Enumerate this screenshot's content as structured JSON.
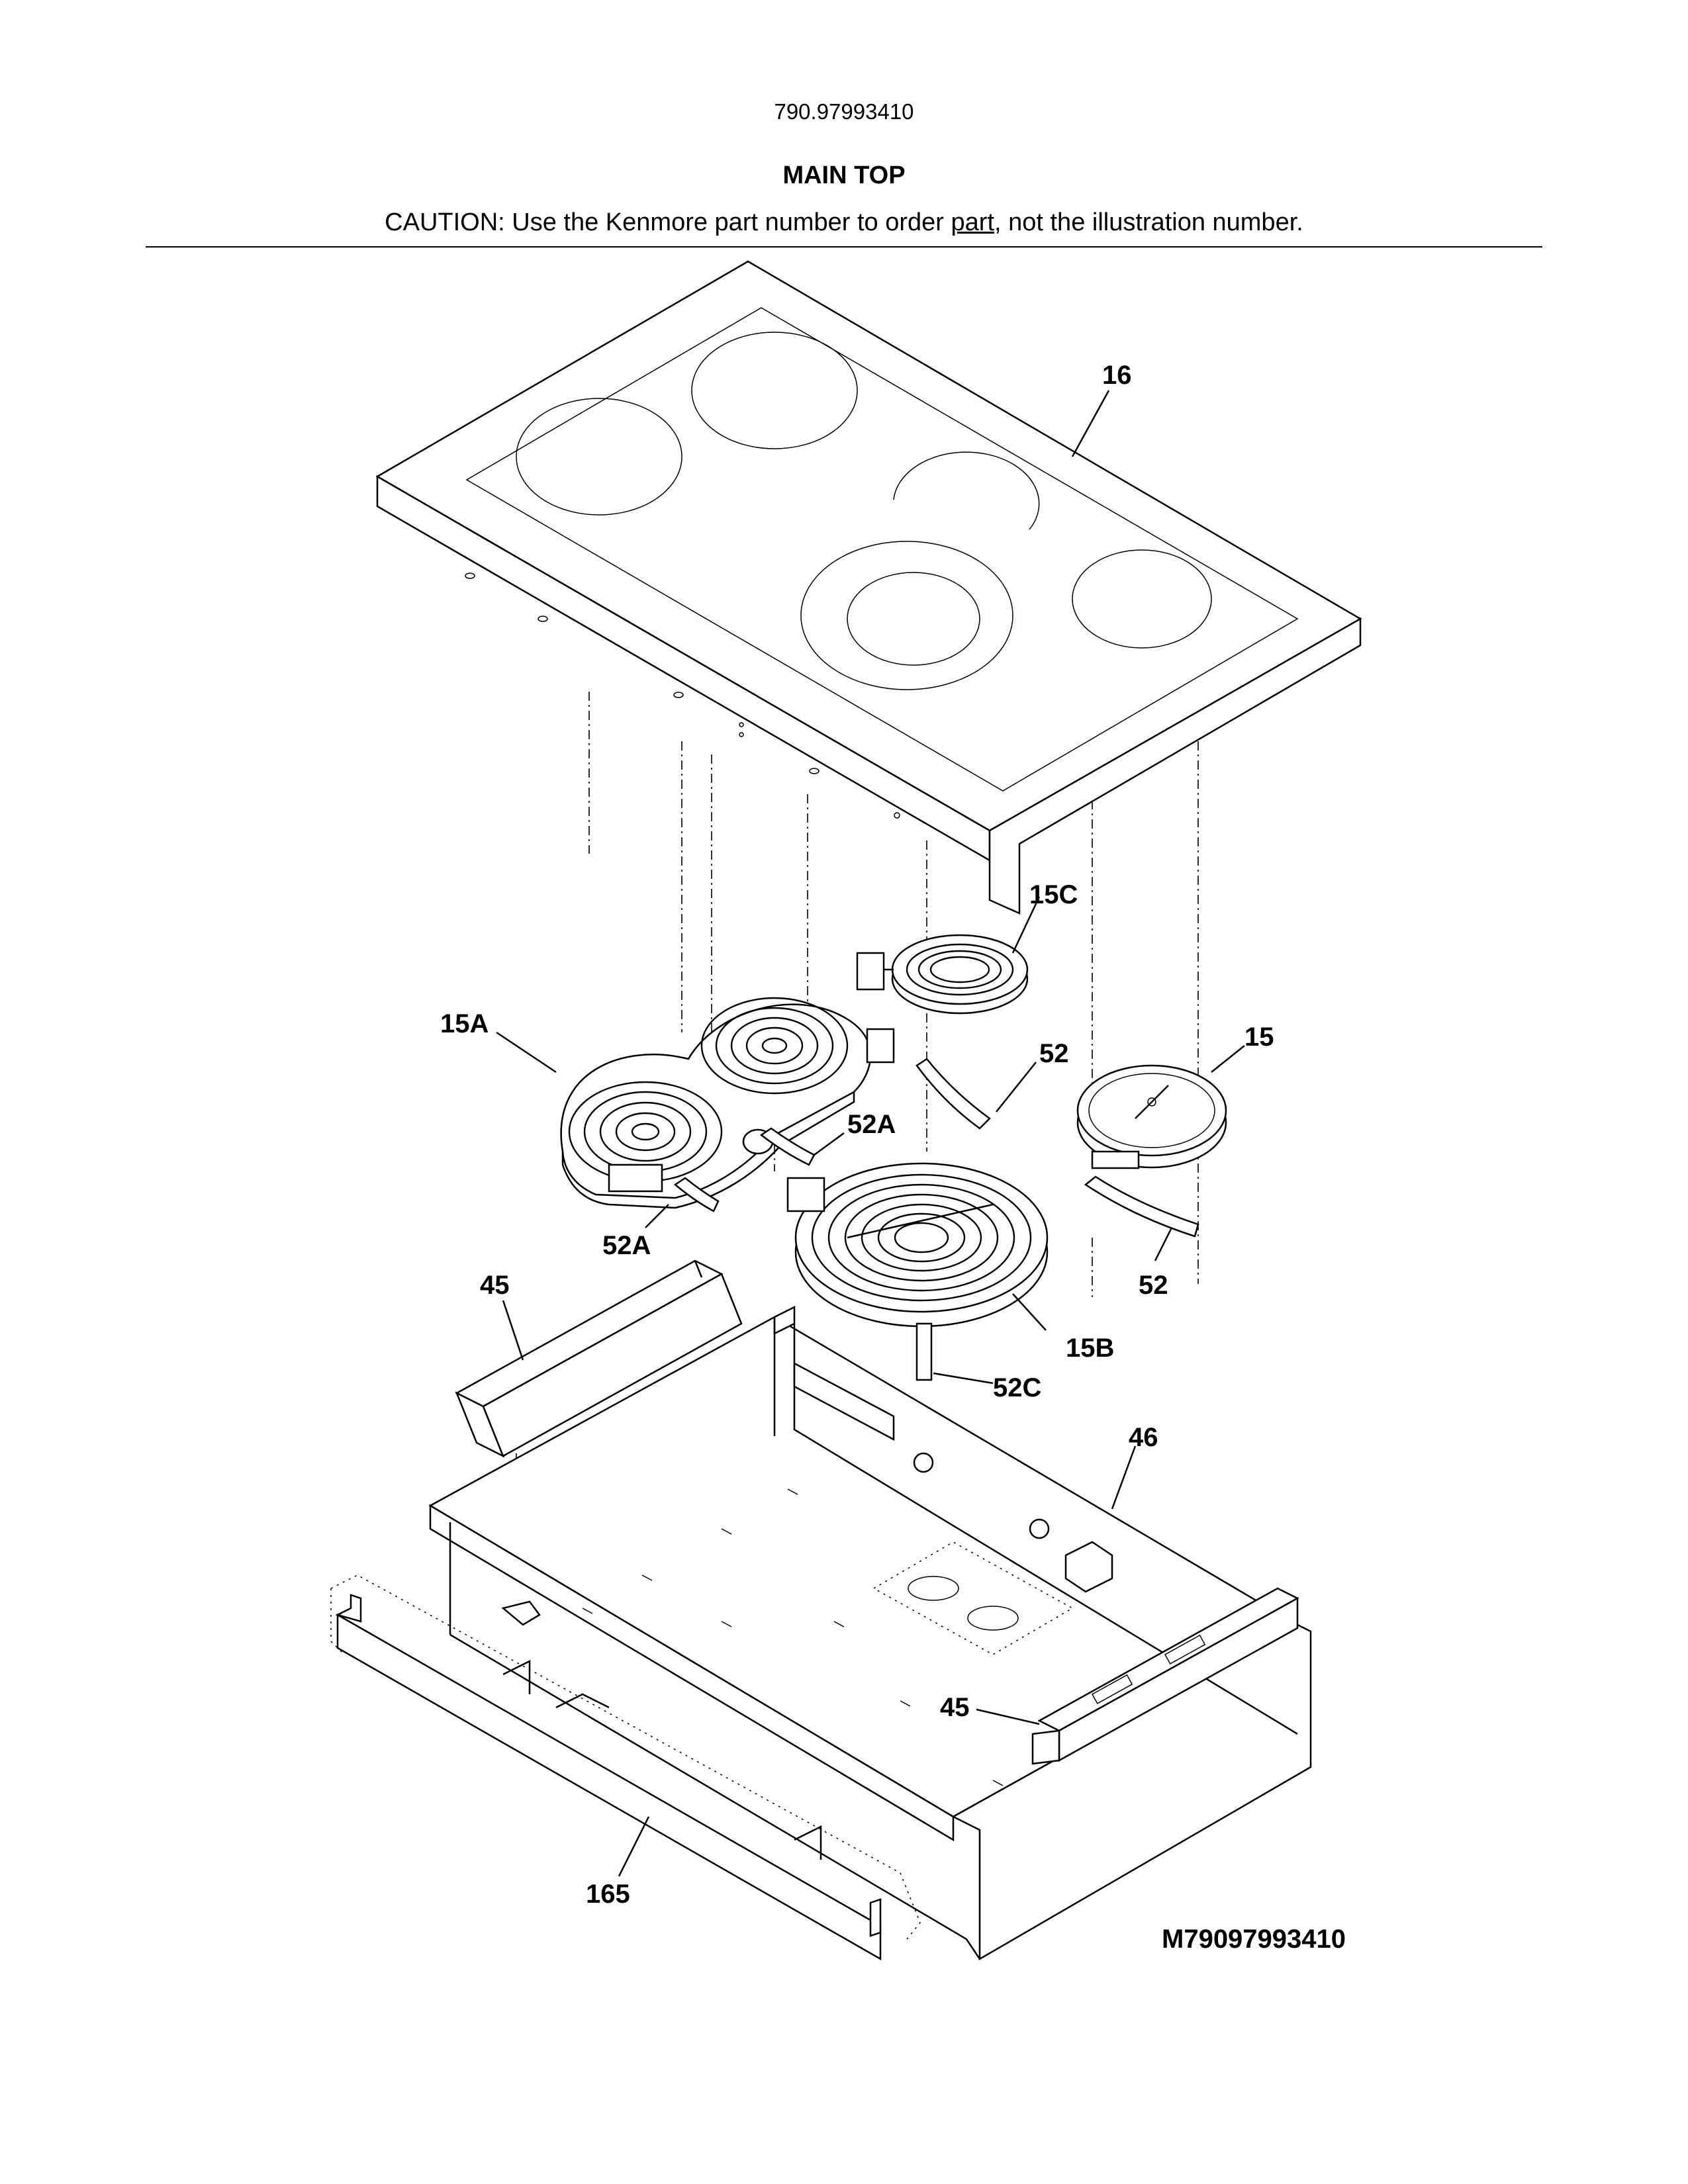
{
  "header": {
    "model_number": "790.97993410",
    "section_title": "MAIN TOP",
    "caution_prefix": "CAUTION: Use the Kenmore part number to order ",
    "caution_link": "part",
    "caution_suffix": ", not the illustration number."
  },
  "diagram_id": "M79097993410",
  "callouts": {
    "glass_top": "16",
    "element_rear_right": "15C",
    "element_dual_left": "15A",
    "element_right": "15",
    "bracket_right_upper": "52",
    "bracket_left_mid": "52A",
    "bracket_left_low": "52A",
    "element_front": "15B",
    "bracket_right_lower": "52",
    "bracket_front": "52C",
    "channel_left": "45",
    "main_top_frame": "46",
    "channel_right": "45",
    "front_trim": "165"
  }
}
